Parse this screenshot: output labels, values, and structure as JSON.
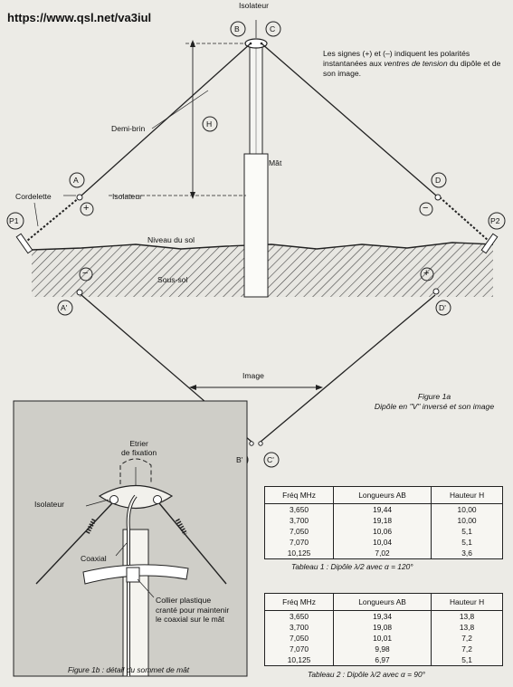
{
  "source_url": "https://www.qsl.net/va3iul",
  "labels": {
    "isolateur_top": "Isolateur",
    "demi_brin": "Demi-brin",
    "cordelette": "Cordelette",
    "isolateur_a": "Isolateur",
    "mat": "Mât",
    "niveau_sol": "Niveau du sol",
    "sous_sol": "Sous-sol",
    "image": "Image"
  },
  "points": {
    "B": "B",
    "C": "C",
    "H": "H",
    "A": "A",
    "D": "D",
    "P1": "P1",
    "P2": "P2",
    "A_img": "A'",
    "D_img": "D'",
    "B_img": "B'",
    "C_img": "C'"
  },
  "signs": {
    "A": "+",
    "D": "−",
    "A_img": "−",
    "D_img": "+"
  },
  "note": {
    "part1": "Les signes (+) et (–) indiquent les polarités instantanées aux ",
    "italic": "ventres de tension",
    "part2": " du dipôle et de son image."
  },
  "figure1a": {
    "line1": "Figure 1a",
    "line2": "Dipôle en \"V\" inversé et son image"
  },
  "detail": {
    "etrier_line1": "Etrier",
    "etrier_line2": "de fixation",
    "isolateur": "Isolateur",
    "coaxial": "Coaxial",
    "collier_line1": "Collier plastique",
    "collier_line2": "cranté pour maintenir",
    "collier_line3": "le coaxial sur le mât",
    "caption": "Figure 1b : détail du sommet de mât"
  },
  "table1": {
    "headers": [
      "Fréq MHz",
      "Longueurs AB",
      "Hauteur H"
    ],
    "rows": [
      [
        "3,650",
        "19,44",
        "10,00"
      ],
      [
        "3,700",
        "19,18",
        "10,00"
      ],
      [
        "7,050",
        "10,06",
        "5,1"
      ],
      [
        "7,070",
        "10,04",
        "5,1"
      ],
      [
        "10,125",
        "7,02",
        "3,6"
      ]
    ],
    "caption": "Tableau 1 : Dipôle λ/2 avec α = 120°"
  },
  "table2": {
    "headers": [
      "Fréq MHz",
      "Longueurs AB",
      "Hauteur H"
    ],
    "rows": [
      [
        "3,650",
        "19,34",
        "13,8"
      ],
      [
        "3,700",
        "19,08",
        "13,8"
      ],
      [
        "7,050",
        "10,01",
        "7,2"
      ],
      [
        "7,070",
        "9,98",
        "7,2"
      ],
      [
        "10,125",
        "6,97",
        "5,1"
      ]
    ],
    "caption": "Tableau 2 : Dipôle λ/2 avec α = 90°"
  }
}
